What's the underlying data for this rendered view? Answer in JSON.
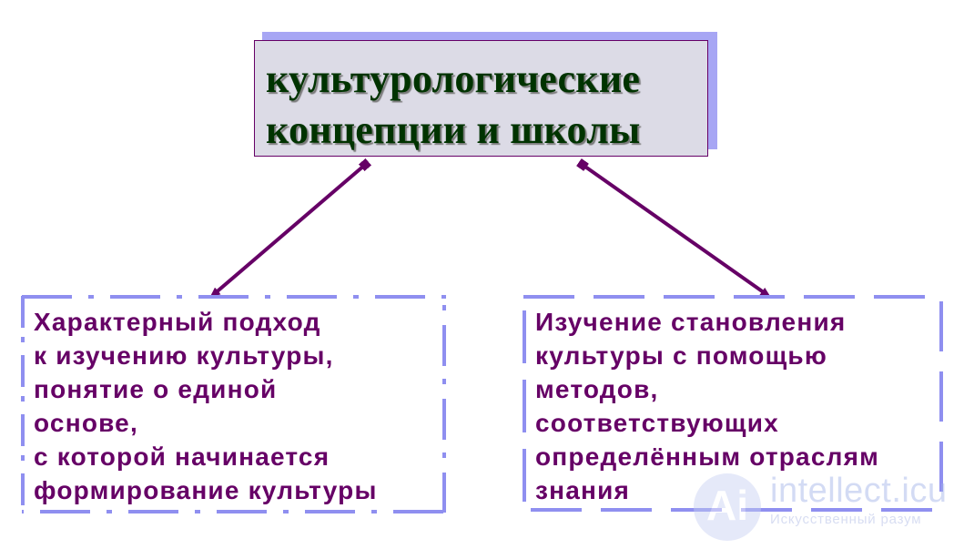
{
  "diagram": {
    "title": {
      "lines": "культурологические\nконцепции и школы",
      "text_color": "#003300",
      "fill": "#dcdbe6",
      "shadow": "#a7a6f4",
      "border": "#660066"
    },
    "left_node": {
      "text": "Характерный подход\nк изучению культуры,\nпонятие о единой\nоснове,\nс которой начинается\nформирование культуры",
      "text_color": "#660066",
      "border_color": "#8f8ff0"
    },
    "right_node": {
      "text": "Изучение становления\nкультуры с помощью\nметодов,\nсоответствующих\nопределённым отраслям\nзнания",
      "text_color": "#660066",
      "border_color": "#8f8ff0"
    },
    "edges": [
      {
        "from": "title",
        "to": "left_node",
        "color": "#660066"
      },
      {
        "from": "title",
        "to": "right_node",
        "color": "#660066"
      }
    ]
  },
  "watermark": {
    "logo": "Ai",
    "brand": "intellect.icu",
    "tagline": "Искусственный разум"
  }
}
